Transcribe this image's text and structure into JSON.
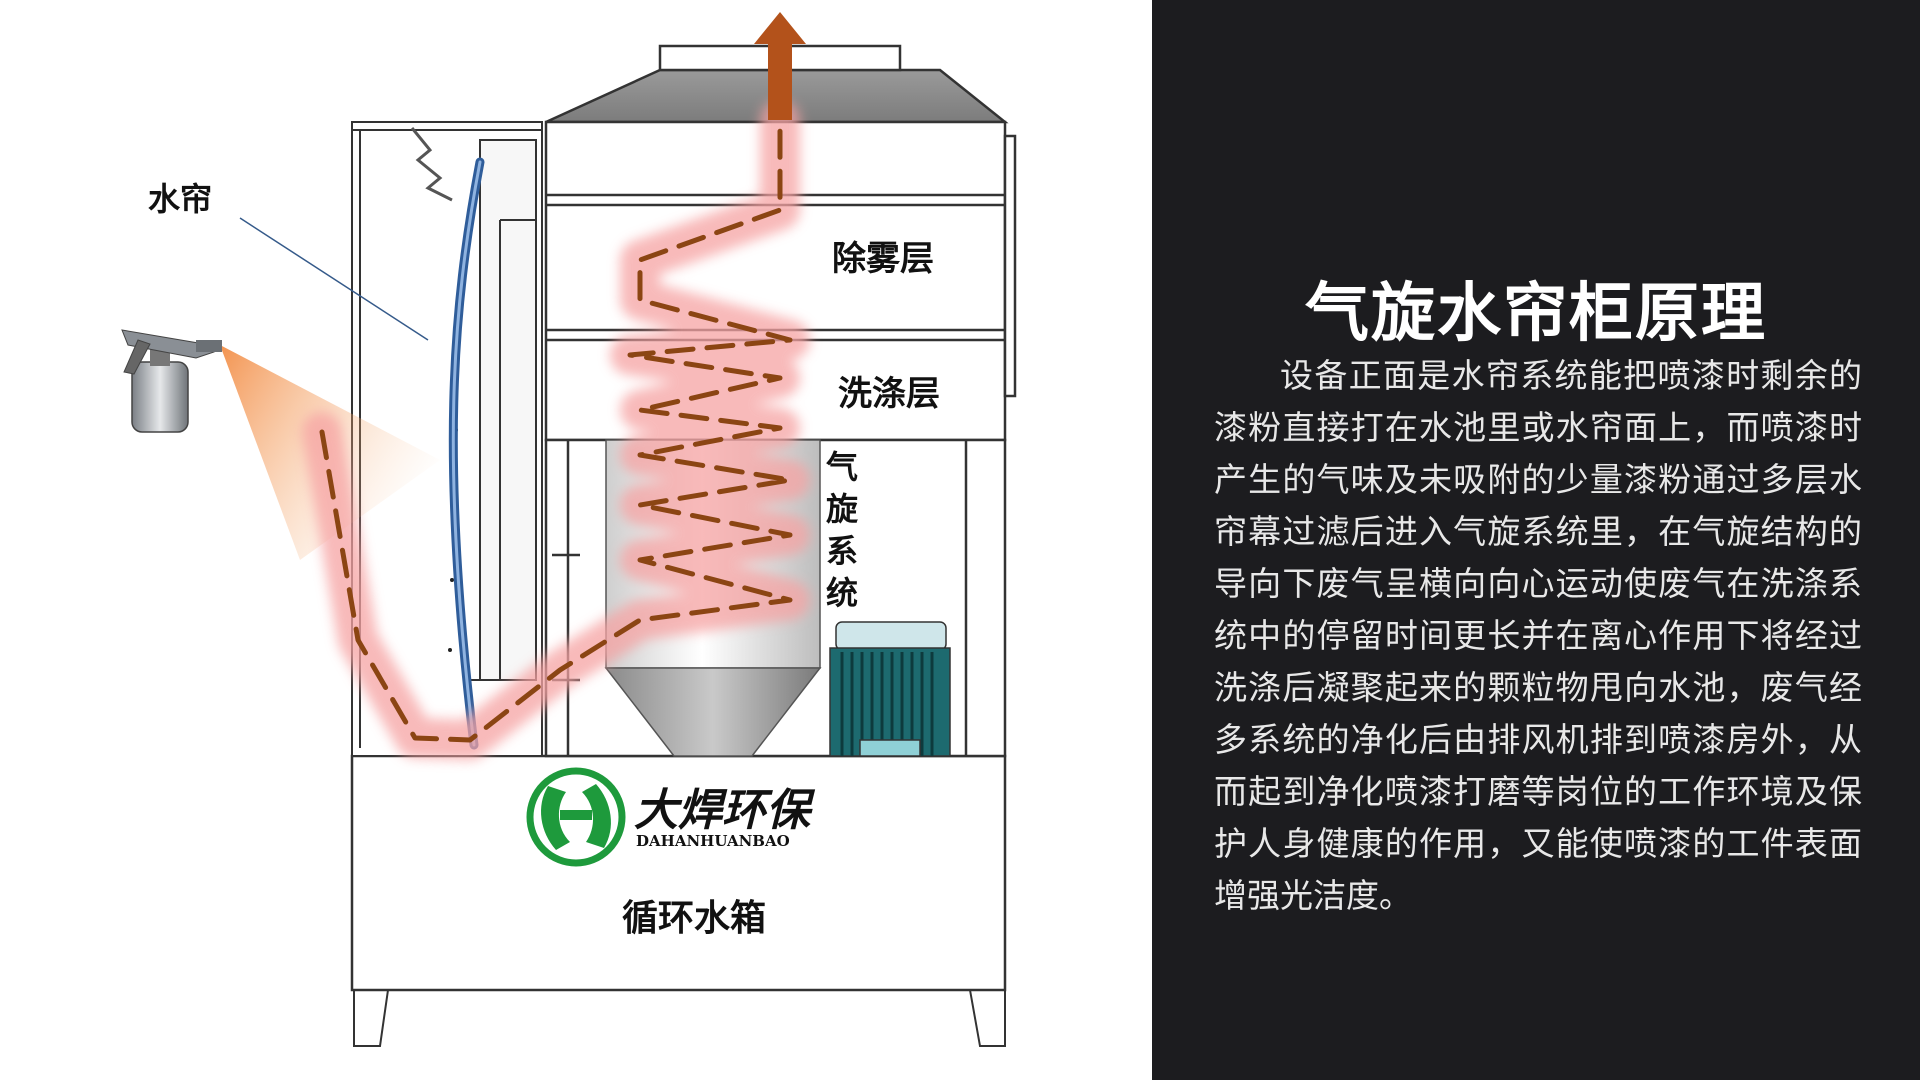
{
  "diagram": {
    "labels": {
      "water_curtain": "水帘",
      "demist_layer": "除雾层",
      "wash_layer": "洗涤层",
      "cyclone_system": [
        "气",
        "旋",
        "系",
        "统"
      ],
      "water_tank": "循环水箱"
    },
    "logo": {
      "name_cn": "大焊环保",
      "name_en": "DAHANHUANBAO",
      "color": "#1e9a3c"
    },
    "colors": {
      "airflow_glow": "#f6a3a3",
      "airflow_dash": "#8b4513",
      "exhaust_arrow": "#b3521b",
      "water_curtain": "#3a6fb0",
      "spray": "#f07a26"
    }
  },
  "panel": {
    "title": "气旋水帘柜原理",
    "body": "设备正面是水帘系统能把喷漆时剩余的漆粉直接打在水池里或水帘面上，而喷漆时产生的气味及未吸附的少量漆粉通过多层水帘幕过滤后进入气旋系统里，在气旋结构的导向下废气呈横向向心运动使废气在洗涤系统中的停留时间更长并在离心作用下将经过洗涤后凝聚起来的颗粒物甩向水池，废气经多系统的净化后由排风机排到喷漆房外，从而起到净化喷漆打磨等岗位的工作环境及保护人身健康的作用，又能使喷漆的工件表面增强光洁度。"
  }
}
